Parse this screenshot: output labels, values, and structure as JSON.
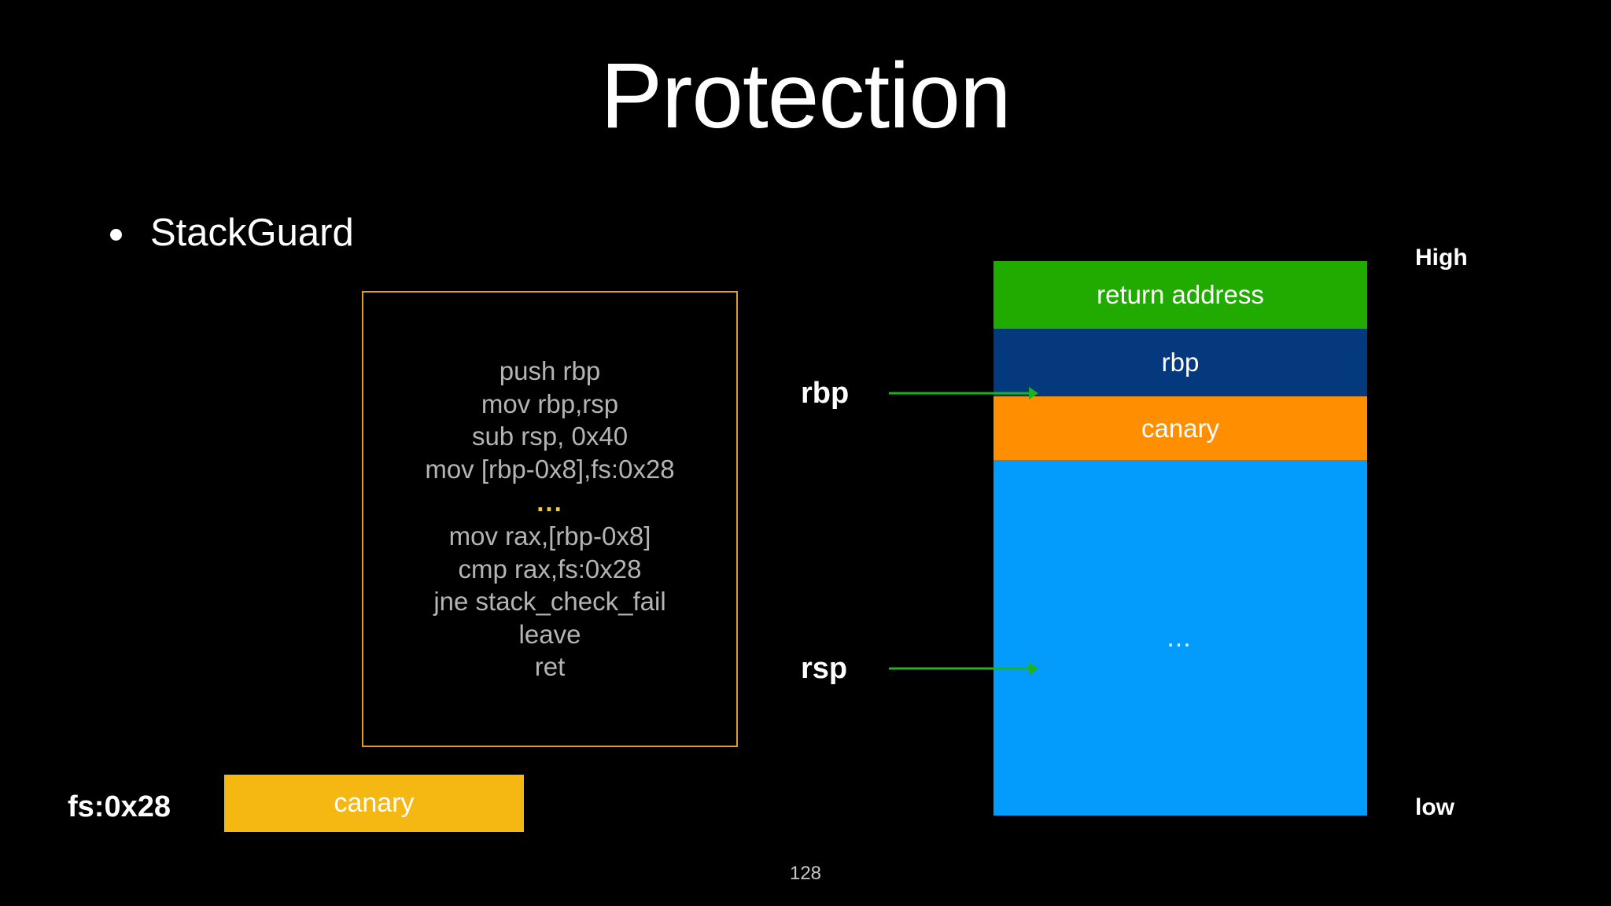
{
  "slide": {
    "title": "Protection",
    "page_number": "128",
    "background_color": "#000000"
  },
  "bullets": [
    {
      "label": "StackGuard"
    }
  ],
  "code_block": {
    "border_color": "#e09a34",
    "text_color": "#b4b4b4",
    "ellipsis_color": "#f5d020",
    "lines": [
      {
        "text": "push rbp",
        "kind": "code"
      },
      {
        "text": "mov rbp,rsp",
        "kind": "code"
      },
      {
        "text": "sub rsp, 0x40",
        "kind": "code"
      },
      {
        "text": "mov [rbp-0x8],fs:0x28",
        "kind": "code"
      },
      {
        "text": "...",
        "kind": "ellipsis"
      },
      {
        "text": "mov rax,[rbp-0x8]",
        "kind": "code"
      },
      {
        "text": "cmp rax,fs:0x28",
        "kind": "code"
      },
      {
        "text": "jne stack_check_fail",
        "kind": "code"
      },
      {
        "text": "leave",
        "kind": "code"
      },
      {
        "text": "ret",
        "kind": "code"
      }
    ]
  },
  "stack_diagram": {
    "cells": [
      {
        "label": "return address",
        "color": "#21ab00"
      },
      {
        "label": "rbp",
        "color": "#05397e"
      },
      {
        "label": "canary",
        "color": "#ff8f00"
      },
      {
        "label": "…",
        "color": "#039bfc"
      }
    ],
    "high_label": "High",
    "low_label": "low",
    "pointers": [
      {
        "label": "rbp",
        "arrow_color": "#1eb31e"
      },
      {
        "label": "rsp",
        "arrow_color": "#1eb31e"
      }
    ]
  },
  "canary_source": {
    "address_label": "fs:0x28",
    "box_label": "canary",
    "box_color": "#f5b711"
  }
}
